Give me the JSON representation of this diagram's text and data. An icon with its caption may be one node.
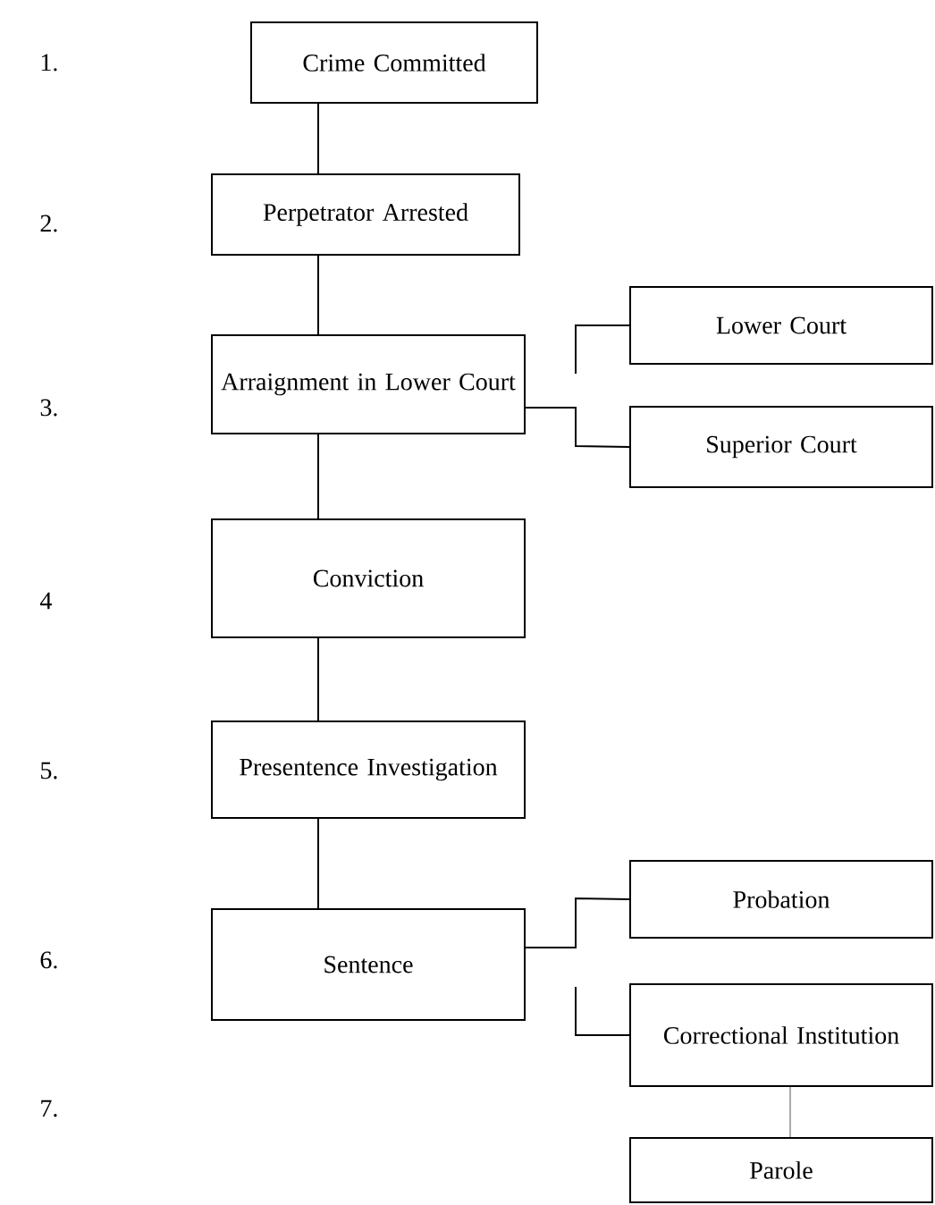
{
  "diagram": {
    "nodes": [
      {
        "text": [
          "Crime Committed"
        ]
      },
      {
        "text": [
          "Perpetrator Arrested"
        ]
      },
      {
        "text": [
          "Arraignment in Lower Court"
        ]
      },
      {
        "text": [
          "Lower Court"
        ]
      },
      {
        "text": [
          "Superior Court"
        ]
      },
      {
        "text": [
          "Conviction"
        ]
      },
      {
        "text": [
          "Presentence Investigation"
        ]
      },
      {
        "text": [
          "Sentence"
        ]
      },
      {
        "text": [
          "Probation"
        ]
      },
      {
        "text": [
          "Correctional Institution"
        ]
      },
      {
        "text": [
          "Parole"
        ]
      }
    ],
    "edges": [
      {
        "from": 0,
        "to": 1,
        "arrow": "none"
      },
      {
        "from": 1,
        "to": 2,
        "arrow": "none"
      },
      {
        "from": 2,
        "to": 4,
        "arrow": "none"
      },
      {
        "from": null,
        "to": 3,
        "arrow": "none"
      },
      {
        "from": 2,
        "to": 5,
        "arrow": "none"
      },
      {
        "from": 5,
        "to": 6,
        "arrow": "none"
      },
      {
        "from": 6,
        "to": 7,
        "arrow": "none"
      },
      {
        "from": 7,
        "to": 8,
        "arrow": "none"
      },
      {
        "from": null,
        "to": 9,
        "arrow": "none"
      },
      {
        "from": 9,
        "to": 10,
        "arrow": "none",
        "color": "#aaaaaa"
      }
    ],
    "labels": [
      "1.",
      "2.",
      "3.",
      "4",
      "5.",
      "6.",
      "7."
    ]
  }
}
